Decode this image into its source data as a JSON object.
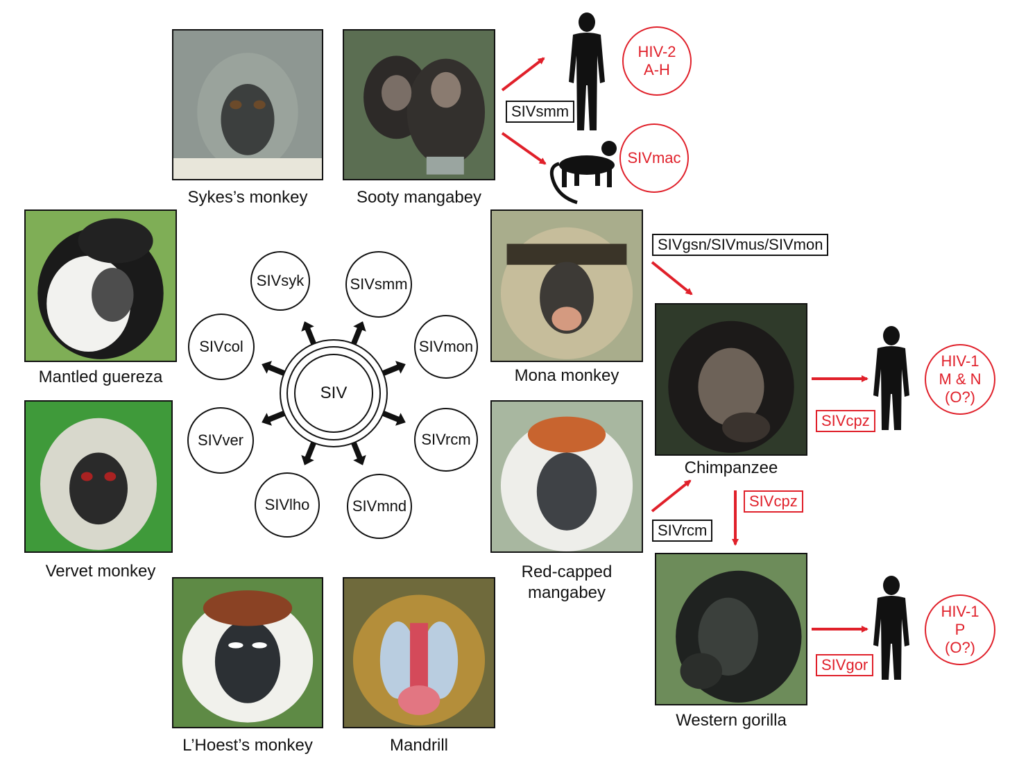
{
  "species": {
    "sykes": "Sykes’s monkey",
    "sooty": "Sooty mangabey",
    "guereza": "Mantled guereza",
    "vervet": "Vervet monkey",
    "lhoest": "L’Hoest’s monkey",
    "mandrill": "Mandrill",
    "mona": "Mona monkey",
    "redcapped_1": "Red-capped",
    "redcapped_2": "mangabey",
    "chimp": "Chimpanzee",
    "gorilla": "Western gorilla"
  },
  "siv_wheel": {
    "center": "SIV",
    "strains": [
      "SIVsyk",
      "SIVsmm",
      "SIVmon",
      "SIVrcm",
      "SIVmnd",
      "SIVlho",
      "SIVver",
      "SIVcol"
    ]
  },
  "transmission_labels": {
    "smm": "SIVsmm",
    "gsn_mus_mon": "SIVgsn/SIVmus/SIVmon",
    "rcm": "SIVrcm",
    "cpz_to_human": "SIVcpz",
    "cpz_to_gorilla": "SIVcpz",
    "gor": "SIVgor"
  },
  "outcomes": {
    "hiv2": [
      "HIV-2",
      "A-H"
    ],
    "sivmac": [
      "SIVmac"
    ],
    "hiv1_mn": [
      "HIV-1",
      "M & N",
      "(O?)"
    ],
    "hiv1_p": [
      "HIV-1",
      "P",
      "(O?)"
    ]
  },
  "colors": {
    "accent_red": "#e0202a",
    "ink": "#111111"
  }
}
